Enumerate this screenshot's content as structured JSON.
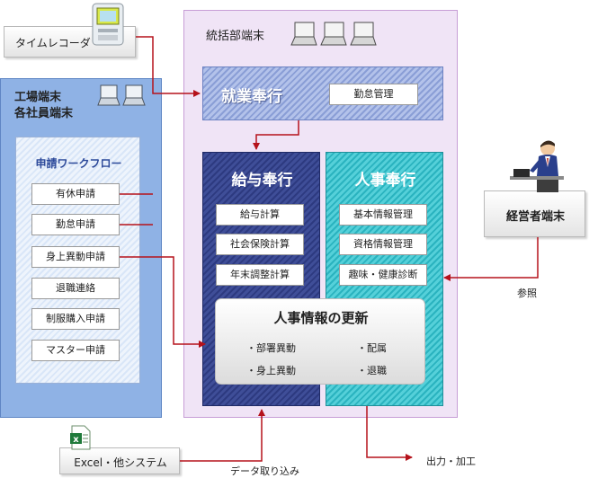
{
  "time_recorder": {
    "label": "タイムレコーダ"
  },
  "factory": {
    "title_line1": "工場端末",
    "title_line2": "各社員端末"
  },
  "workflow": {
    "title": "申請ワークフロー",
    "items": [
      "有休申請",
      "勤怠申請",
      "身上異動申請",
      "退職連絡",
      "制服購入申請",
      "マスター申請"
    ]
  },
  "hq": {
    "title": "統括部端末"
  },
  "shugyo": {
    "title": "就業奉行",
    "button": "勤怠管理"
  },
  "kyuyo": {
    "title": "給与奉行",
    "items": [
      "給与計算",
      "社会保険計算",
      "年末調整計算"
    ]
  },
  "jinji": {
    "title": "人事奉行",
    "items": [
      "基本情報管理",
      "資格情報管理",
      "趣味・健康診断"
    ]
  },
  "update": {
    "title": "人事情報の更新",
    "left": [
      "・部署異動",
      "・身上異動"
    ],
    "right": [
      "・配属",
      "・退職"
    ]
  },
  "executive": {
    "label": "経営者端末",
    "arrow_label": "参照"
  },
  "excel": {
    "label": "Excel・他システム",
    "arrow_label": "データ取り込み"
  },
  "output": {
    "label": "出力・加工"
  },
  "colors": {
    "arrow": "#b5121b",
    "hq_bg": "#f0e4f6",
    "factory_bg": "#8fb2e5"
  }
}
